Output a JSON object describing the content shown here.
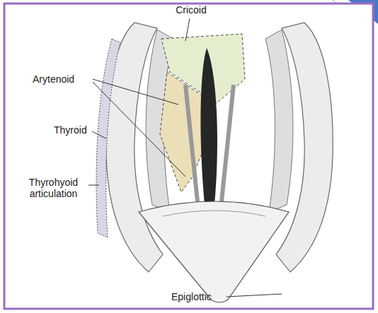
{
  "diagram": {
    "labels": [
      "Cricoid",
      "Arytenoid",
      "Thyroid",
      "Thyrohyoid articulation",
      "Epiglottic"
    ]
  }
}
